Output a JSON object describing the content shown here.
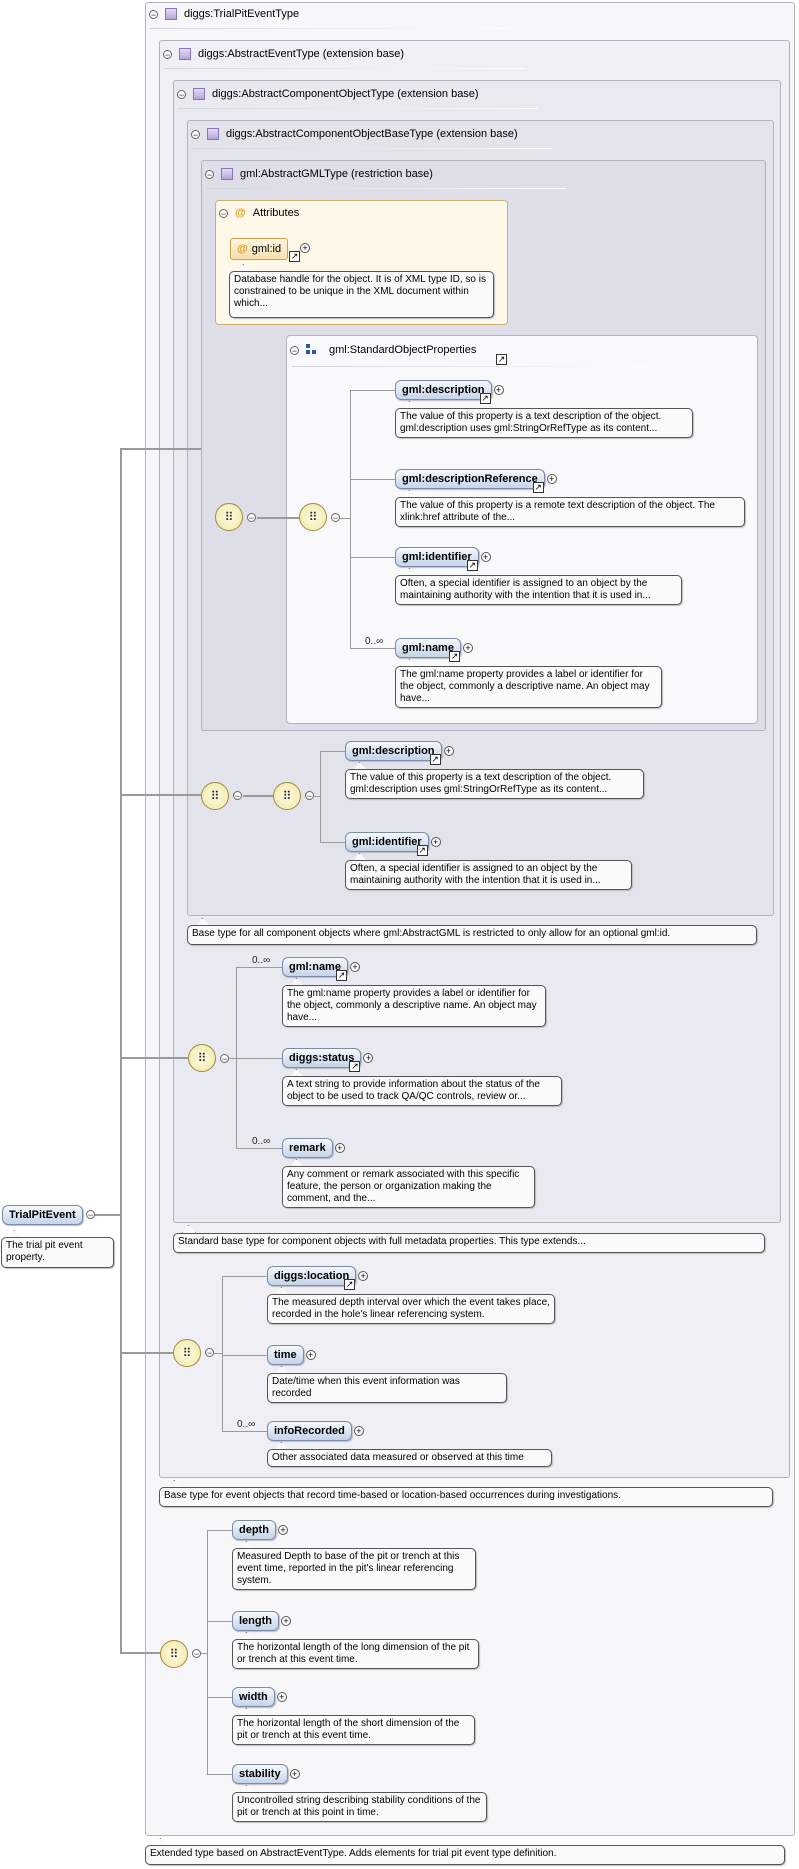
{
  "root": {
    "name": "TrialPitEvent",
    "doc": "The trial pit event property."
  },
  "types": {
    "trial": {
      "label": "diggs:TrialPitEventType",
      "doc": "Extended type based on AbstractEventType. Adds elements for trial pit event type definition."
    },
    "event": {
      "label": "diggs:AbstractEventType (extension base)",
      "doc": "Base type for event objects that record time-based or location-based occurrences during investigations."
    },
    "component": {
      "label": "diggs:AbstractComponentObjectType (extension base)",
      "doc": "Standard base type for component objects with full metadata properties. This type extends..."
    },
    "componentBase": {
      "label": "diggs:AbstractComponentObjectBaseType (extension base)",
      "doc": "Base type for all component objects where gml:AbstractGML is restricted to only allow for an optional gml:id."
    },
    "gml": {
      "label": "gml:AbstractGMLType (restriction base)"
    }
  },
  "attributes": {
    "label": "Attributes",
    "gmlid": {
      "name": "gml:id",
      "doc": "Database handle for the object. It is of XML type ID, so is constrained to be unique in the XML document within which..."
    }
  },
  "group": {
    "label": "gml:StandardObjectProperties",
    "items": [
      {
        "name": "gml:description",
        "doc": "The value of this property is a text description of the object. gml:description uses gml:StringOrRefType as its content..."
      },
      {
        "name": "gml:descriptionReference",
        "doc": "The value of this property is a remote text description of the object. The xlink:href attribute of the..."
      },
      {
        "name": "gml:identifier",
        "doc": "Often, a special identifier is assigned to an object by the maintaining authority with the intention that it is used in..."
      },
      {
        "name": "gml:name",
        "card": "0..∞",
        "doc": "The gml:name property provides a label or identifier for the object, commonly a descriptive name. An object may have..."
      }
    ]
  },
  "baseSeq": [
    {
      "name": "gml:description",
      "doc": "The value of this property is a text description of the object. gml:description uses gml:StringOrRefType as its content..."
    },
    {
      "name": "gml:identifier",
      "doc": "Often, a special identifier is assigned to an object by the maintaining authority with the intention that it is used in..."
    }
  ],
  "compSeq": [
    {
      "name": "gml:name",
      "card": "0..∞",
      "doc": "The gml:name property provides a label or identifier for the object, commonly a descriptive name. An object may have..."
    },
    {
      "name": "diggs:status",
      "doc": "A text string to provide information about the status of the object to be used to track QA/QC controls, review or..."
    },
    {
      "name": "remark",
      "card": "0..∞",
      "doc": "Any comment or remark associated with this specific feature, the person or organization making the comment, and the..."
    }
  ],
  "eventSeq": [
    {
      "name": "diggs:location",
      "doc": "The measured depth interval over which the event takes place, recorded in the hole's linear referencing system."
    },
    {
      "name": "time",
      "doc": "Date/time when this event information was recorded"
    },
    {
      "name": "infoRecorded",
      "card": "0..∞",
      "doc": "Other associated data measured or observed at this time"
    }
  ],
  "trialSeq": [
    {
      "name": "depth",
      "doc": "Measured Depth to base of the pit or trench at this event time, reported in the pit's linear referencing system."
    },
    {
      "name": "length",
      "doc": "The horizontal length of the long dimension of the pit or trench at this event time."
    },
    {
      "name": "width",
      "doc": "The horizontal length of the short dimension of the pit or trench at this event time."
    },
    {
      "name": "stability",
      "doc": "Uncontrolled string describing stability conditions of the pit or trench at this point in time."
    }
  ]
}
